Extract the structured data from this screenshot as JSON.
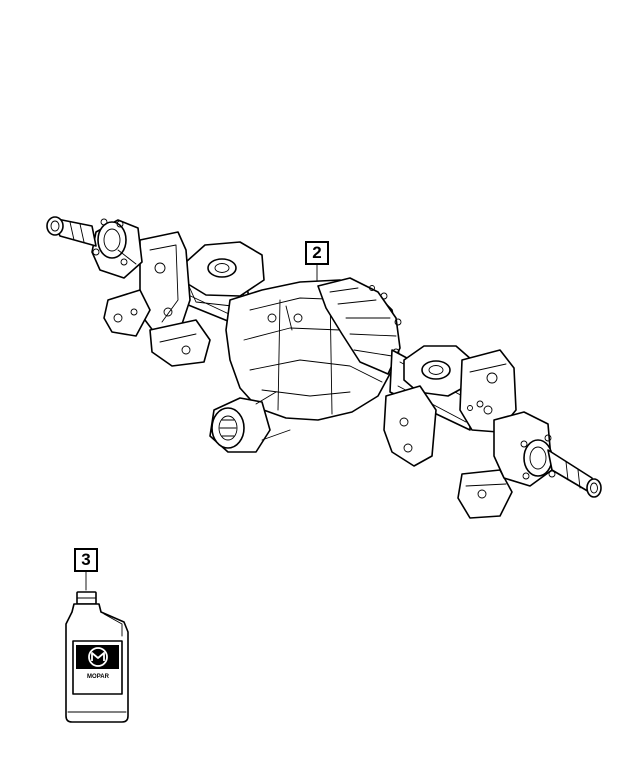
{
  "diagram": {
    "callouts": [
      {
        "id": "callout-2",
        "label": "2",
        "refers_to": "rear-axle-assembly"
      },
      {
        "id": "callout-3",
        "label": "3",
        "refers_to": "gear-oil-bottle"
      }
    ],
    "bottle_logo_text": "MOPAR"
  },
  "colors": {
    "line": "#000000",
    "background": "#ffffff"
  }
}
